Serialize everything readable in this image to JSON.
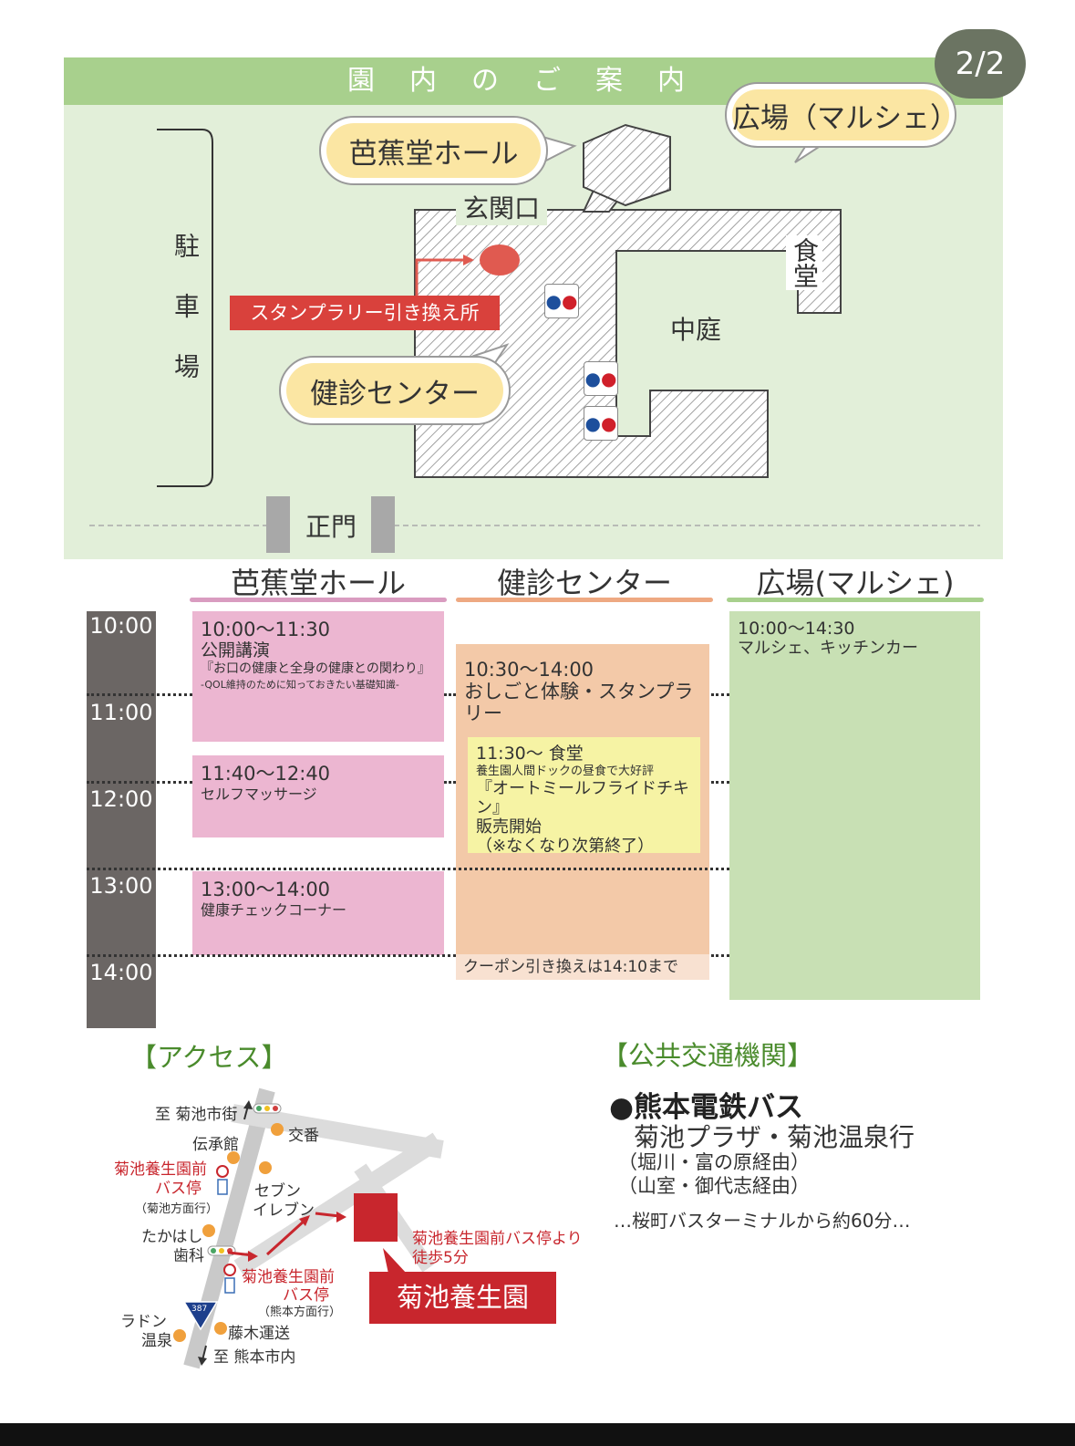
{
  "page_indicator": "2/2",
  "map": {
    "header": "園内のご案内",
    "basho_hall": "芭蕉堂ホール",
    "plaza": "広場（マルシェ）",
    "entrance": "玄関口",
    "cafeteria": "食堂",
    "courtyard": "中庭",
    "parking": "駐車場",
    "stamp_exchange": "スタンプラリー引き換え所",
    "health_center": "健診センター",
    "main_gate": "正門"
  },
  "schedule": {
    "columns": [
      "芭蕉堂ホール",
      "健診センター",
      "広場(マルシェ)"
    ],
    "hours": [
      "10:00",
      "11:00",
      "12:00",
      "13:00",
      "14:00"
    ],
    "events": {
      "hall1_time": "10:00～11:30",
      "hall1_title": "公開講演",
      "hall1_sub": "『お口の健康と全身の健康との関わり』",
      "hall1_sub2": "-QOL維持のために知っておきたい基礎知識-",
      "hall2_time": "11:40～12:40",
      "hall2_title": "セルフマッサージ",
      "hall3_time": "13:00～14:00",
      "hall3_title": "健康チェックコーナー",
      "center_time": "10:30～14:00",
      "center_title": "おしごと体験・スタンプラリー",
      "food_time": "11:30～ 食堂",
      "food_line1": "養生園人間ドックの昼食で大好評",
      "food_line2": "『オートミールフライドチキン』",
      "food_line3": "販売開始",
      "food_line4": "（※なくなり次第終了）",
      "coupon": "クーポン引き換えは14:10まで",
      "plaza_time": "10:00～14:30",
      "plaza_title": "マルシェ、キッチンカー"
    }
  },
  "access": {
    "title": "【アクセス】",
    "to_kikuchi": "至 菊池市街",
    "koban": "交番",
    "denshokan": "伝承館",
    "busstop1": "菊池養生園前",
    "busstop1b": "バス停",
    "busstop1_dir": "（菊池方面行）",
    "seven1": "セブン",
    "seven2": "イレブン",
    "takahashi1": "たかはし",
    "takahashi2": "歯科",
    "busstop2": "菊池養生園前",
    "busstop2b": "バス停",
    "busstop2_dir": "（熊本方面行）",
    "walk1": "菊池養生園前バス停より",
    "walk2": "徒歩5分",
    "facility": "菊池養生園",
    "radon1": "ラドン",
    "radon2": "温泉",
    "route": "387",
    "fujiki": "藤木運送",
    "to_kumamoto": "至 熊本市内"
  },
  "transport": {
    "title": "【公共交通機関】",
    "bus_company": "●熊本電鉄バス",
    "route": "菊池プラザ・菊池温泉行",
    "via1": "（堀川・富の原経由）",
    "via2": "（山室・御代志経由）",
    "note": "…桜町バスターミナルから約60分…"
  },
  "colors": {
    "map_bg": "#e2efd9",
    "header_green": "#a8d08d",
    "hall_pink": "#ecb6d1",
    "center_orange": "#f3c9a8",
    "plaza_green": "#c8e0b4",
    "food_yellow": "#f6f3a4",
    "red": "#c8262d"
  }
}
